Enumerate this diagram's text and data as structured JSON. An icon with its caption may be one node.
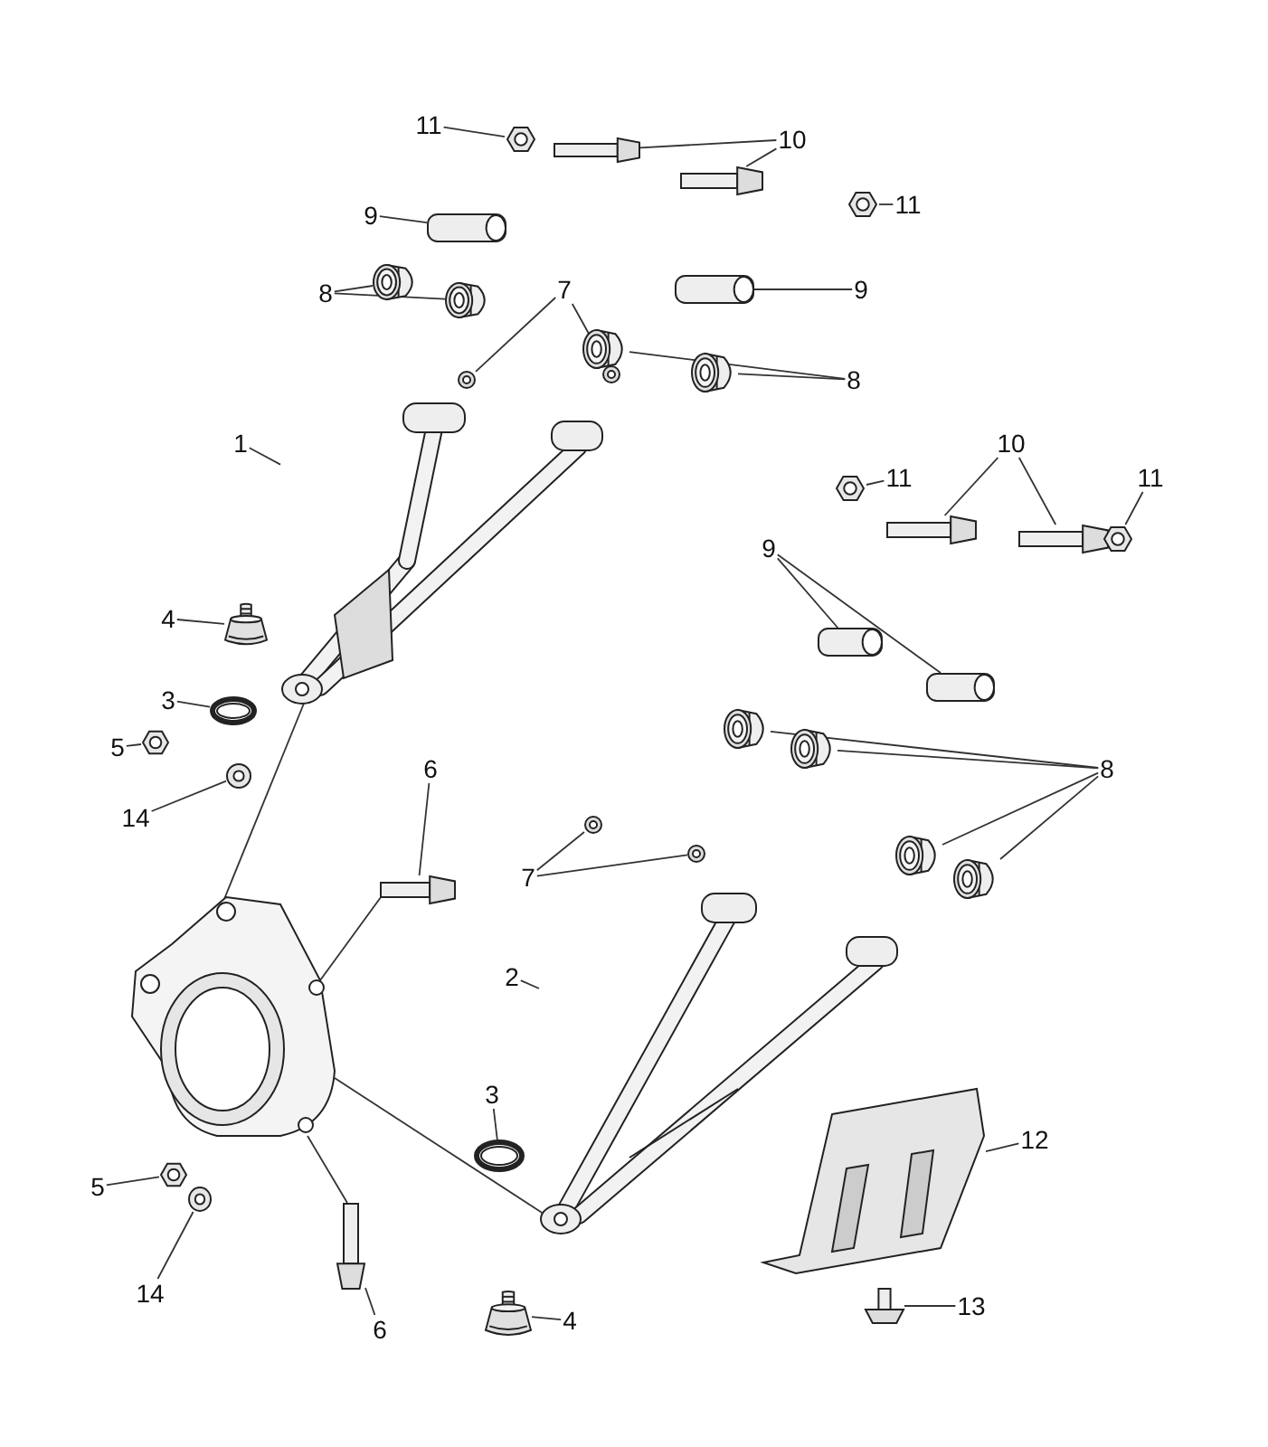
{
  "diagram": {
    "nodes": [
      {
        "text": [
          "11"
        ]
      },
      {
        "text": [],
        "shape": "picture"
      },
      {
        "text": [
          "10"
        ]
      },
      {
        "text": [],
        "shape": "picture"
      },
      {
        "text": [],
        "shape": "picture"
      },
      {
        "text": [
          "11"
        ]
      },
      {
        "text": [],
        "shape": "picture"
      },
      {
        "text": [
          "9"
        ]
      },
      {
        "text": [],
        "shape": "picture"
      },
      {
        "text": [
          "8"
        ]
      },
      {
        "text": [],
        "shape": "picture"
      },
      {
        "text": [],
        "shape": "picture"
      },
      {
        "text": [
          "7"
        ]
      },
      {
        "text": [],
        "shape": "picture"
      },
      {
        "text": [],
        "shape": "picture"
      },
      {
        "text": [
          "9"
        ]
      },
      {
        "text": [],
        "shape": "picture"
      },
      {
        "text": [
          "8"
        ]
      },
      {
        "text": [],
        "shape": "picture"
      },
      {
        "text": [],
        "shape": "picture"
      },
      {
        "text": [
          "1"
        ]
      },
      {
        "text": [],
        "shape": "picture"
      },
      {
        "text": [
          "4"
        ]
      },
      {
        "text": [],
        "shape": "picture"
      },
      {
        "text": [
          "11"
        ]
      },
      {
        "text": [],
        "shape": "picture"
      },
      {
        "text": [
          "10"
        ]
      },
      {
        "text": [],
        "shape": "picture"
      },
      {
        "text": [],
        "shape": "picture"
      },
      {
        "text": [
          "11"
        ]
      },
      {
        "text": [],
        "shape": "picture"
      },
      {
        "text": [
          "9"
        ]
      },
      {
        "text": [],
        "shape": "picture"
      },
      {
        "text": [],
        "shape": "picture"
      },
      {
        "text": [
          "3"
        ]
      },
      {
        "text": [],
        "shape": "picture"
      },
      {
        "text": [
          "5"
        ]
      },
      {
        "text": [],
        "shape": "picture"
      },
      {
        "text": [
          "14"
        ]
      },
      {
        "text": [],
        "shape": "picture"
      },
      {
        "text": [
          "6"
        ]
      },
      {
        "text": [],
        "shape": "picture"
      },
      {
        "text": [
          "8"
        ]
      },
      {
        "text": [],
        "shape": "picture"
      },
      {
        "text": [],
        "shape": "picture"
      },
      {
        "text": [],
        "shape": "picture"
      },
      {
        "text": [],
        "shape": "picture"
      },
      {
        "text": [
          "7"
        ]
      },
      {
        "text": [],
        "shape": "picture"
      },
      {
        "text": [],
        "shape": "picture"
      },
      {
        "text": [
          "2"
        ]
      },
      {
        "text": [],
        "shape": "picture"
      },
      {
        "text": [],
        "shape": "picture"
      },
      {
        "text": [
          "3"
        ]
      },
      {
        "text": [],
        "shape": "picture"
      },
      {
        "text": [
          "12"
        ]
      },
      {
        "text": [],
        "shape": "picture"
      },
      {
        "text": [
          "5"
        ]
      },
      {
        "text": [],
        "shape": "picture"
      },
      {
        "text": [
          "14"
        ]
      },
      {
        "text": [],
        "shape": "picture"
      },
      {
        "text": [
          "6"
        ]
      },
      {
        "text": [],
        "shape": "picture"
      },
      {
        "text": [
          "4"
        ]
      },
      {
        "text": [],
        "shape": "picture"
      },
      {
        "text": [
          "13"
        ]
      },
      {
        "text": [],
        "shape": "picture"
      }
    ],
    "edges": [
      {
        "from": 0,
        "to": 1,
        "arrow": "none"
      },
      {
        "from": 2,
        "to": 3,
        "arrow": "none"
      },
      {
        "from": 2,
        "to": 4,
        "arrow": "none"
      },
      {
        "from": 5,
        "to": 6,
        "arrow": "none"
      },
      {
        "from": 7,
        "to": 8,
        "arrow": "none"
      },
      {
        "from": 9,
        "to": 10,
        "arrow": "none"
      },
      {
        "from": 9,
        "to": 11,
        "arrow": "none"
      },
      {
        "from": 12,
        "to": 13,
        "arrow": "none"
      },
      {
        "from": 12,
        "to": 14,
        "arrow": "none"
      },
      {
        "from": 15,
        "to": 16,
        "arrow": "none"
      },
      {
        "from": 17,
        "to": 18,
        "arrow": "none"
      },
      {
        "from": 17,
        "to": 19,
        "arrow": "none"
      },
      {
        "from": 20,
        "to": 21,
        "arrow": "none"
      },
      {
        "from": 22,
        "to": 23,
        "arrow": "none"
      },
      {
        "from": 24,
        "to": 25,
        "arrow": "none"
      },
      {
        "from": 26,
        "to": 27,
        "arrow": "none"
      },
      {
        "from": 26,
        "to": 28,
        "arrow": "none"
      },
      {
        "from": 29,
        "to": 30,
        "arrow": "none"
      },
      {
        "from": 31,
        "to": 32,
        "arrow": "none"
      },
      {
        "from": 31,
        "to": 33,
        "arrow": "none"
      },
      {
        "from": 34,
        "to": 35,
        "arrow": "none"
      },
      {
        "from": 36,
        "to": 37,
        "arrow": "none"
      },
      {
        "from": 38,
        "to": 39,
        "arrow": "none"
      },
      {
        "from": 40,
        "to": 41,
        "arrow": "none"
      },
      {
        "from": 42,
        "to": 43,
        "arrow": "none"
      },
      {
        "from": 42,
        "to": 44,
        "arrow": "none"
      },
      {
        "from": 42,
        "to": 45,
        "arrow": "none"
      },
      {
        "from": 42,
        "to": 46,
        "arrow": "none"
      },
      {
        "from": 47,
        "to": 48,
        "arrow": "none"
      },
      {
        "from": 47,
        "to": 49,
        "arrow": "none"
      },
      {
        "from": 50,
        "to": 51,
        "arrow": "none"
      },
      {
        "from": 52,
        "to": 21,
        "arrow": "none"
      },
      {
        "from": 52,
        "to": 41,
        "arrow": "none"
      },
      {
        "from": 52,
        "to": 62,
        "arrow": "none"
      },
      {
        "from": 52,
        "to": 51,
        "arrow": "none"
      },
      {
        "from": 53,
        "to": 54,
        "arrow": "none"
      },
      {
        "from": 55,
        "to": 56,
        "arrow": "none"
      },
      {
        "from": 57,
        "to": 58,
        "arrow": "none"
      },
      {
        "from": 59,
        "to": 60,
        "arrow": "none"
      },
      {
        "from": 61,
        "to": 62,
        "arrow": "none"
      },
      {
        "from": 63,
        "to": 64,
        "arrow": "none"
      },
      {
        "from": 65,
        "to": 66,
        "arrow": "none"
      }
    ]
  }
}
